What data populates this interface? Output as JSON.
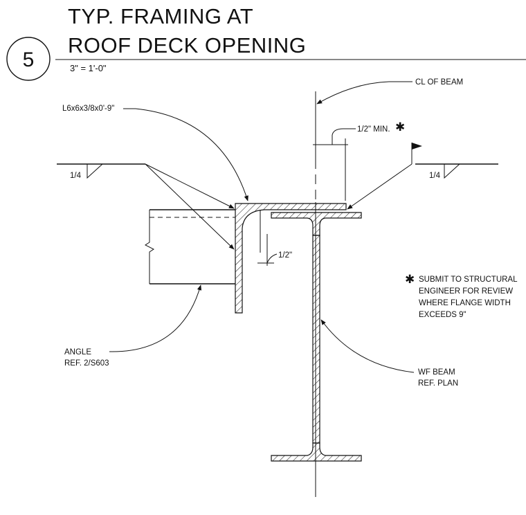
{
  "detail": {
    "number": "5",
    "title_line_1": "TYP. FRAMING AT",
    "title_line_2": "ROOF DECK OPENING",
    "scale": "3\" = 1'-0\""
  },
  "callouts": {
    "centerline": "CL OF BEAM",
    "angle_size": "L6x6x3/8x0'-9\"",
    "half_inch_min": "1/2\" MIN.",
    "half_inch": "1/2\"",
    "weld_left": "1/4",
    "weld_right": "1/4",
    "angle_ref_line_1": "ANGLE",
    "angle_ref_line_2": "REF. 2/S603",
    "beam_ref_line_1": "WF BEAM",
    "beam_ref_line_2": "REF. PLAN"
  },
  "note": {
    "marker": "✱",
    "line_1": "SUBMIT TO STRUCTURAL",
    "line_2": "ENGINEER FOR REVIEW",
    "line_3": "WHERE FLANGE WIDTH",
    "line_4": "EXCEEDS 9\""
  },
  "colors": {
    "ink": "#111111",
    "paper": "#ffffff"
  }
}
